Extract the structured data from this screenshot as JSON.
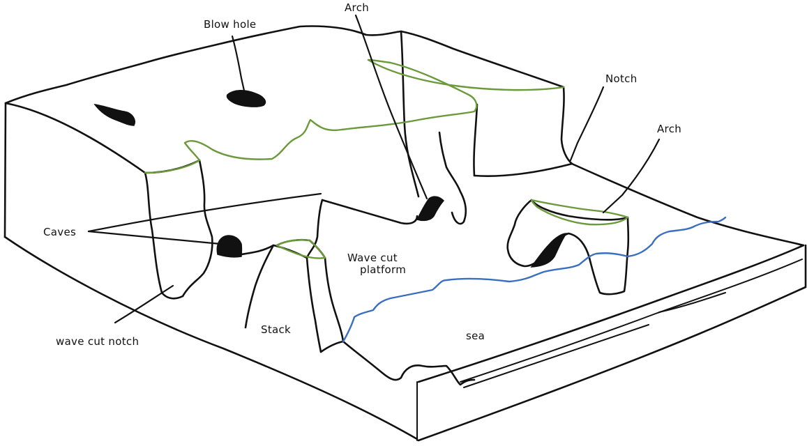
{
  "labels": {
    "blow_hole": "Blow hole",
    "arch_top": "Arch",
    "notch": "Notch",
    "arch_right": "Arch",
    "caves": "Caves",
    "wave_cut_platform_line1": "Wave cut",
    "wave_cut_platform_line2": "platform",
    "wave_cut_notch": "wave cut notch",
    "stack": "Stack",
    "sea": "sea"
  },
  "colors": {
    "ink": "#111111",
    "cliff_top_edge": "#6a9a3a",
    "shoreline": "#3a6fc0",
    "background": "#ffffff"
  }
}
